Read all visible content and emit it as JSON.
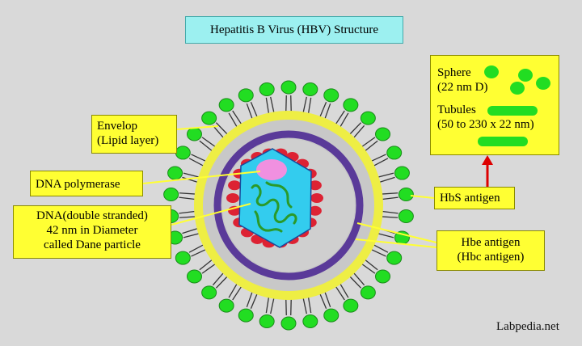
{
  "title": "Hepatitis B Virus (HBV) Structure",
  "labels": {
    "envelop_line1": "Envelop",
    "envelop_line2": "(Lipid layer)",
    "dna_polymerase": "DNA polymerase",
    "dna_line1": "DNA(double stranded)",
    "dna_line2": "42 nm in Diameter",
    "dna_line3": "called Dane particle",
    "hbs_antigen": "HbS antigen",
    "hbe_line1": "Hbe antigen",
    "hbe_line2": "(Hbc antigen)"
  },
  "sidebox": {
    "sphere_line1": "Sphere",
    "sphere_line2": "(22 nm D)",
    "tubules_line1": "Tubules",
    "tubules_line2": "(50 to 230 x 22 nm)"
  },
  "credit": "Labpedia.net",
  "colors": {
    "background": "#d9d9d9",
    "envelope": "#eeee44",
    "lipid_inner": "#c8c8c8",
    "purple_ring": "#5a3a99",
    "capsid": "#33ccee",
    "capsid_proteins": "#dd2233",
    "polymerase": "#f090e0",
    "spike": "#22dd22",
    "label_fill": "#ffff33",
    "arrow": "#dd0000",
    "title_fill": "#9cf0f0"
  }
}
